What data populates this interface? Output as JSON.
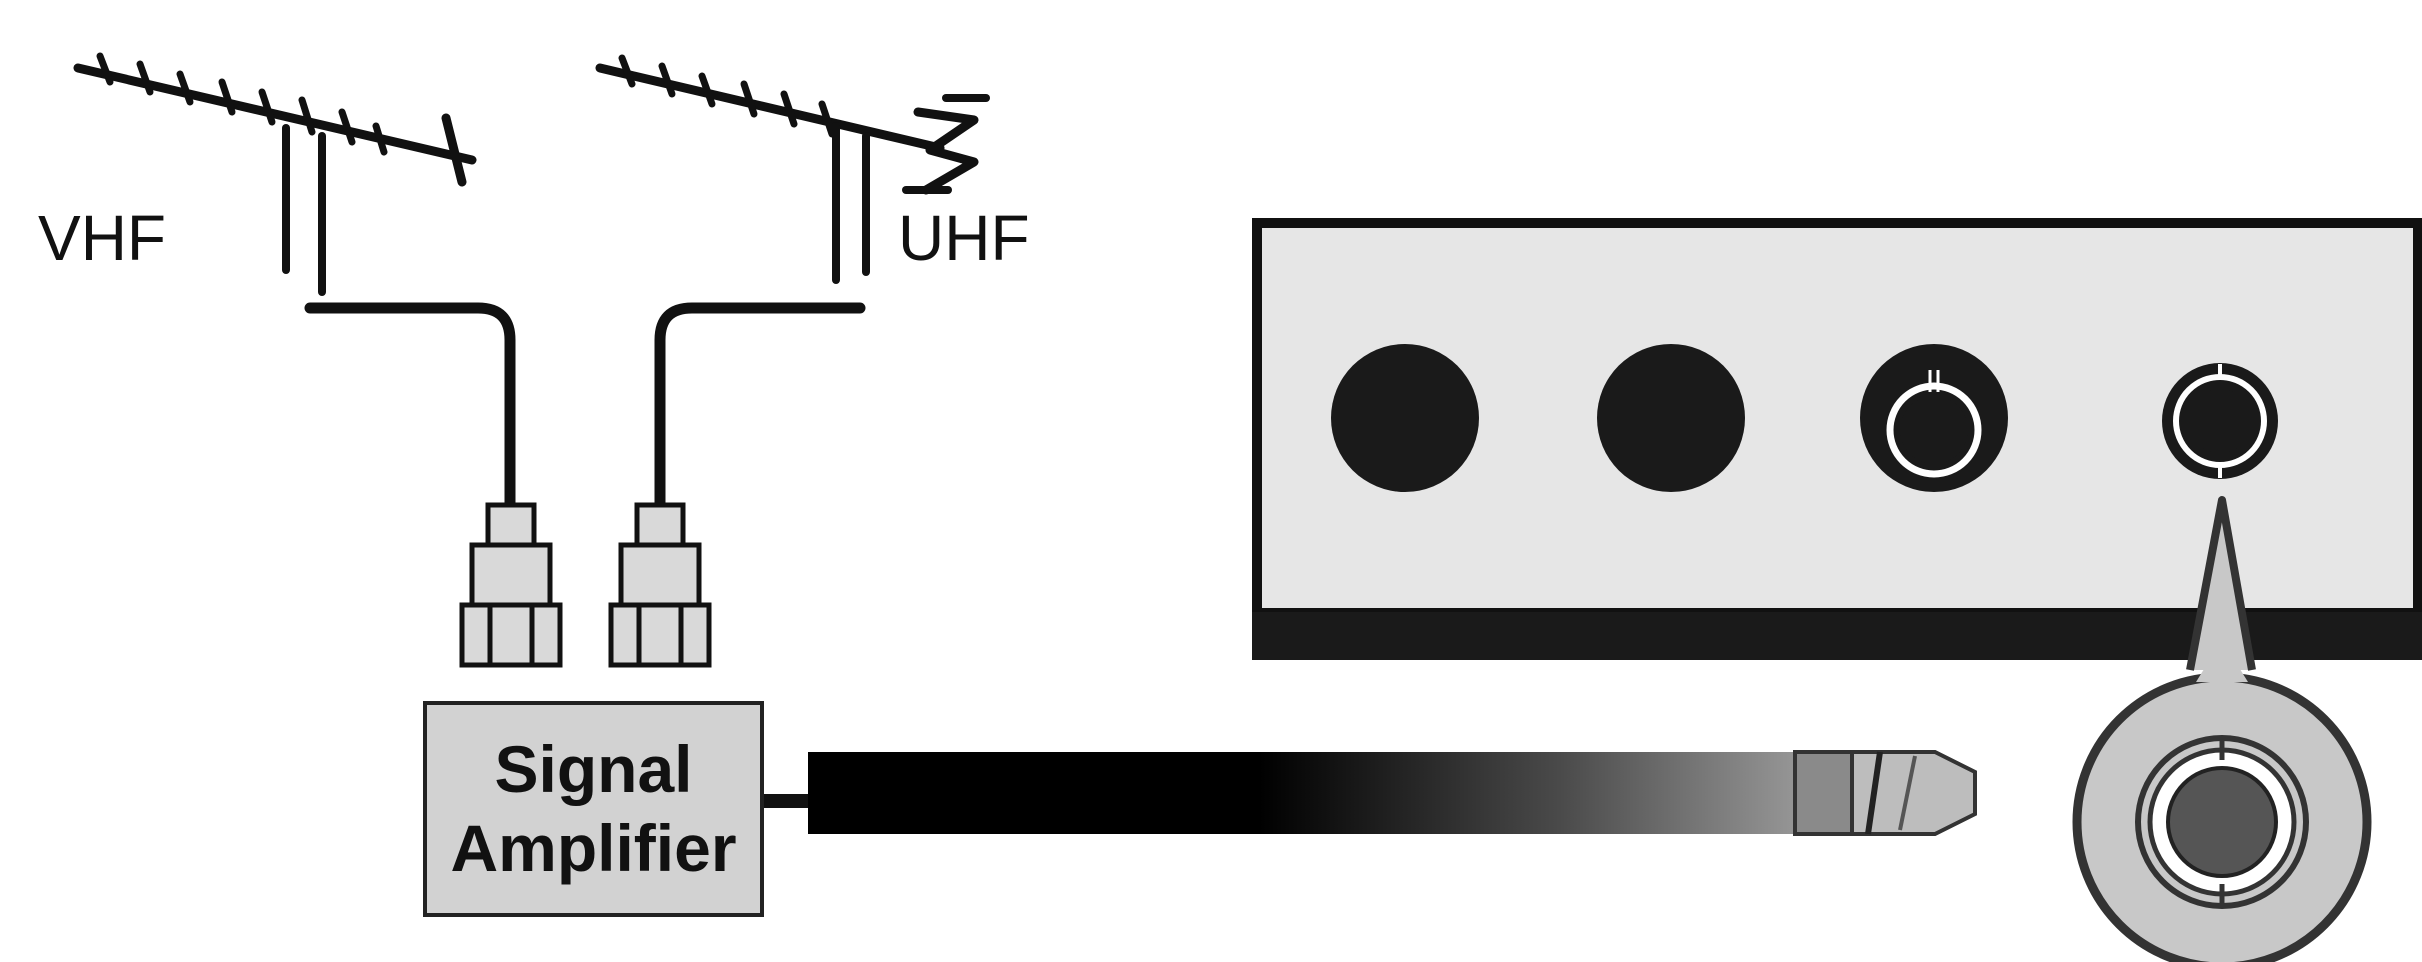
{
  "labels": {
    "vhf": "VHF",
    "uhf": "UHF",
    "amplifier_line1": "Signal",
    "amplifier_line2": "Amplifier"
  },
  "colors": {
    "ink": "#111111",
    "panel_fill": "#e6e6e6",
    "panel_base": "#1a1a1a",
    "amplifier_fill": "#d2d2d2",
    "connector_fill": "#d9d9d9",
    "zoom_fill": "#c8c8c8"
  }
}
